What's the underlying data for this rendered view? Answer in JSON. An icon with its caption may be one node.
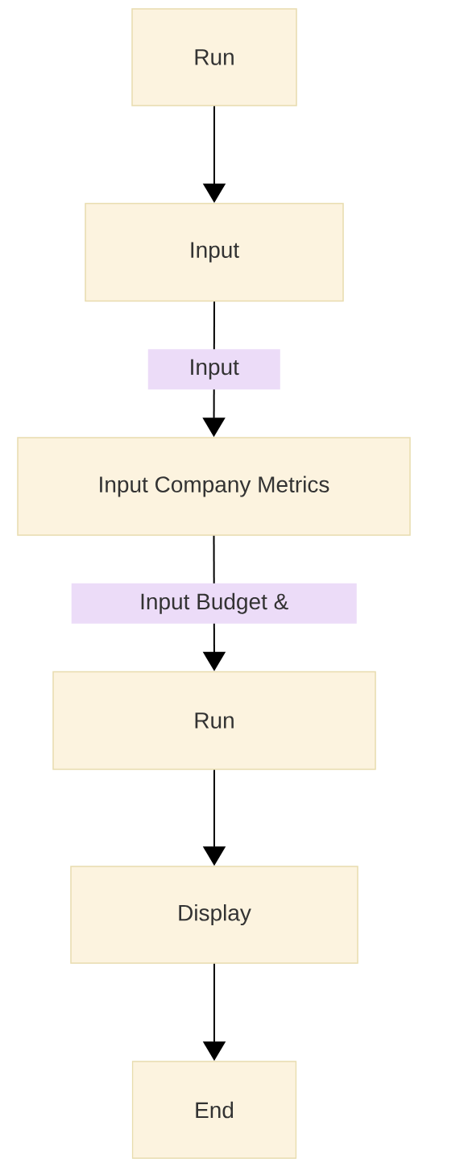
{
  "diagram": {
    "nodes": [
      {
        "text": [
          "Run"
        ]
      },
      {
        "text": [
          "Input"
        ]
      },
      {
        "text": [
          "Input Company Metrics"
        ]
      },
      {
        "text": [
          "Run"
        ]
      },
      {
        "text": [
          "Display"
        ]
      },
      {
        "text": [
          "End"
        ]
      }
    ],
    "edges": [
      {
        "from": 0,
        "to": 1,
        "arrow": "to"
      },
      {
        "from": 1,
        "to": 2,
        "arrow": "to",
        "label": "Input"
      },
      {
        "from": 2,
        "to": 3,
        "arrow": "to",
        "label": "Input Budget &"
      },
      {
        "from": 3,
        "to": 4,
        "arrow": "to"
      },
      {
        "from": 4,
        "to": 5,
        "arrow": "to"
      }
    ]
  }
}
